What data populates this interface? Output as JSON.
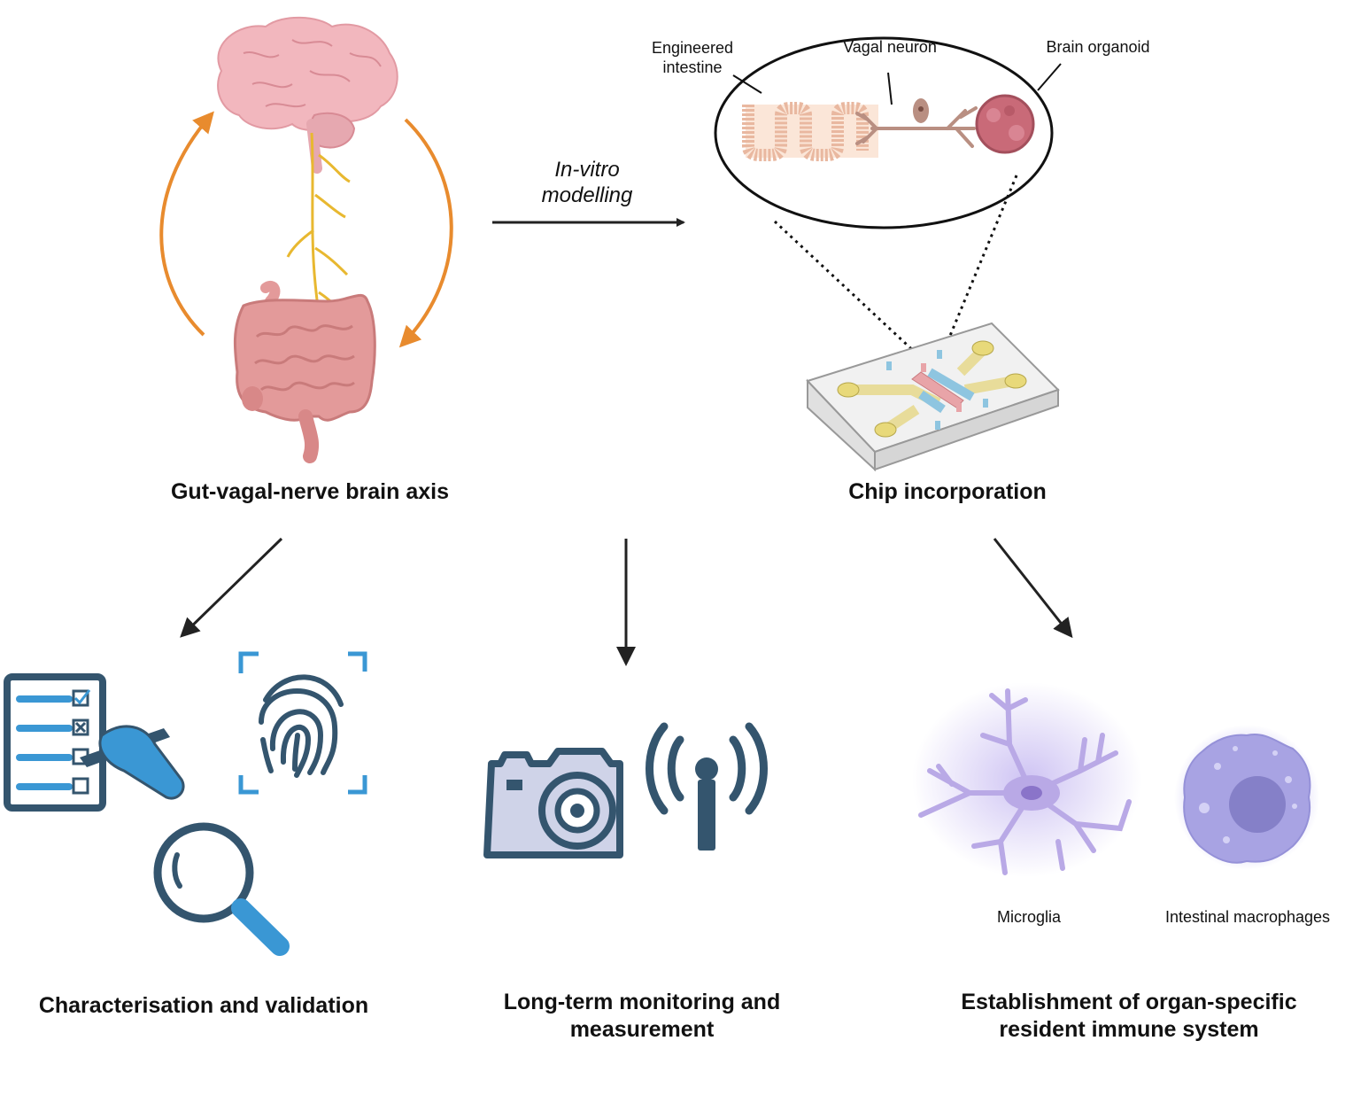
{
  "top": {
    "left_title": "Gut-vagal-nerve brain axis",
    "right_title": "Chip incorporation",
    "arrow_label_line1": "In-vitro",
    "arrow_label_line2": "modelling",
    "zoom_labels": {
      "intestine_line1": "Engineered",
      "intestine_line2": "intestine",
      "neuron": "Vagal neuron",
      "organoid": "Brain organoid"
    }
  },
  "bottom": {
    "left_title": "Characterisation and validation",
    "middle_title_line1": "Long-term monitoring and",
    "middle_title_line2": "measurement",
    "right_title_line1": "Establishment of organ-specific",
    "right_title_line2": "resident immune system",
    "cell_labels": {
      "microglia": "Microglia",
      "macrophages": "Intestinal macrophages"
    }
  },
  "icons": [
    "brain-icon",
    "intestine-icon",
    "vagal-nerve-icon",
    "organ-chip-icon",
    "checklist-icon",
    "hand-pen-icon",
    "fingerprint-icon",
    "magnifier-icon",
    "camera-icon",
    "antenna-icon",
    "microglia-cell-icon",
    "macrophage-cell-icon"
  ],
  "colors": {
    "cycle_arrow": "#E88B2E",
    "arrow": "#222222",
    "icon_dark": "#34556E",
    "icon_blue": "#3A97D4",
    "brain": "#F2B7BE",
    "gut": "#E39A9A",
    "nerve": "#E8B830",
    "microglia": "#B9A9E6",
    "macrophage": "#A8A3E3"
  }
}
